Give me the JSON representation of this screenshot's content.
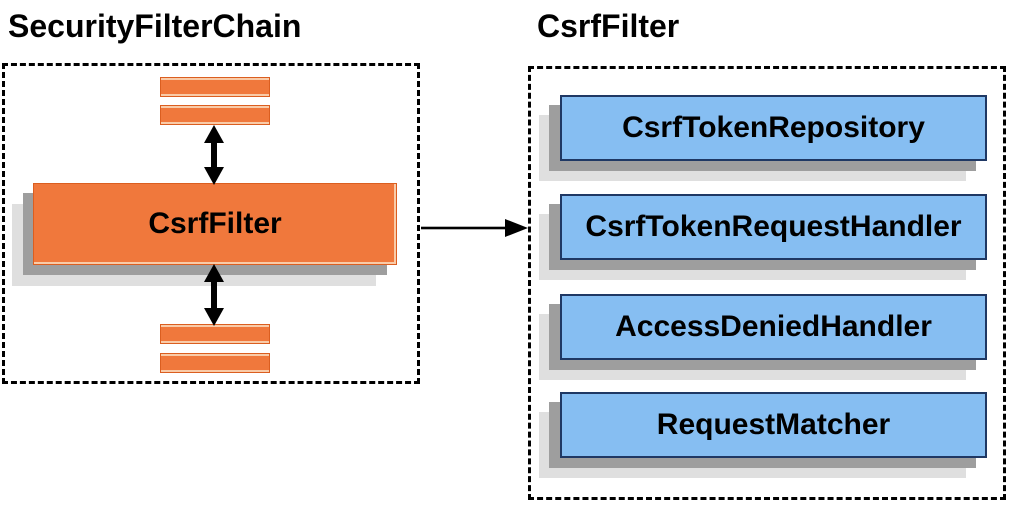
{
  "diagram": {
    "left_panel": {
      "title": "SecurityFilterChain",
      "filter_label": "CsrfFilter"
    },
    "right_panel": {
      "title": "CsrfFilter",
      "components": [
        "CsrfTokenRepository",
        "CsrfTokenRequestHandler",
        "AccessDeniedHandler",
        "RequestMatcher"
      ]
    }
  },
  "colors": {
    "orange": "#F0783C",
    "orange_border": "#DB5E20",
    "orange_highlight": "#F9CBA8",
    "blue": "#86BEF2",
    "blue_border": "#1F3864",
    "shadow_dark": "#9E9E9E",
    "shadow_light": "#DFDFDF",
    "arrow": "#000000"
  }
}
